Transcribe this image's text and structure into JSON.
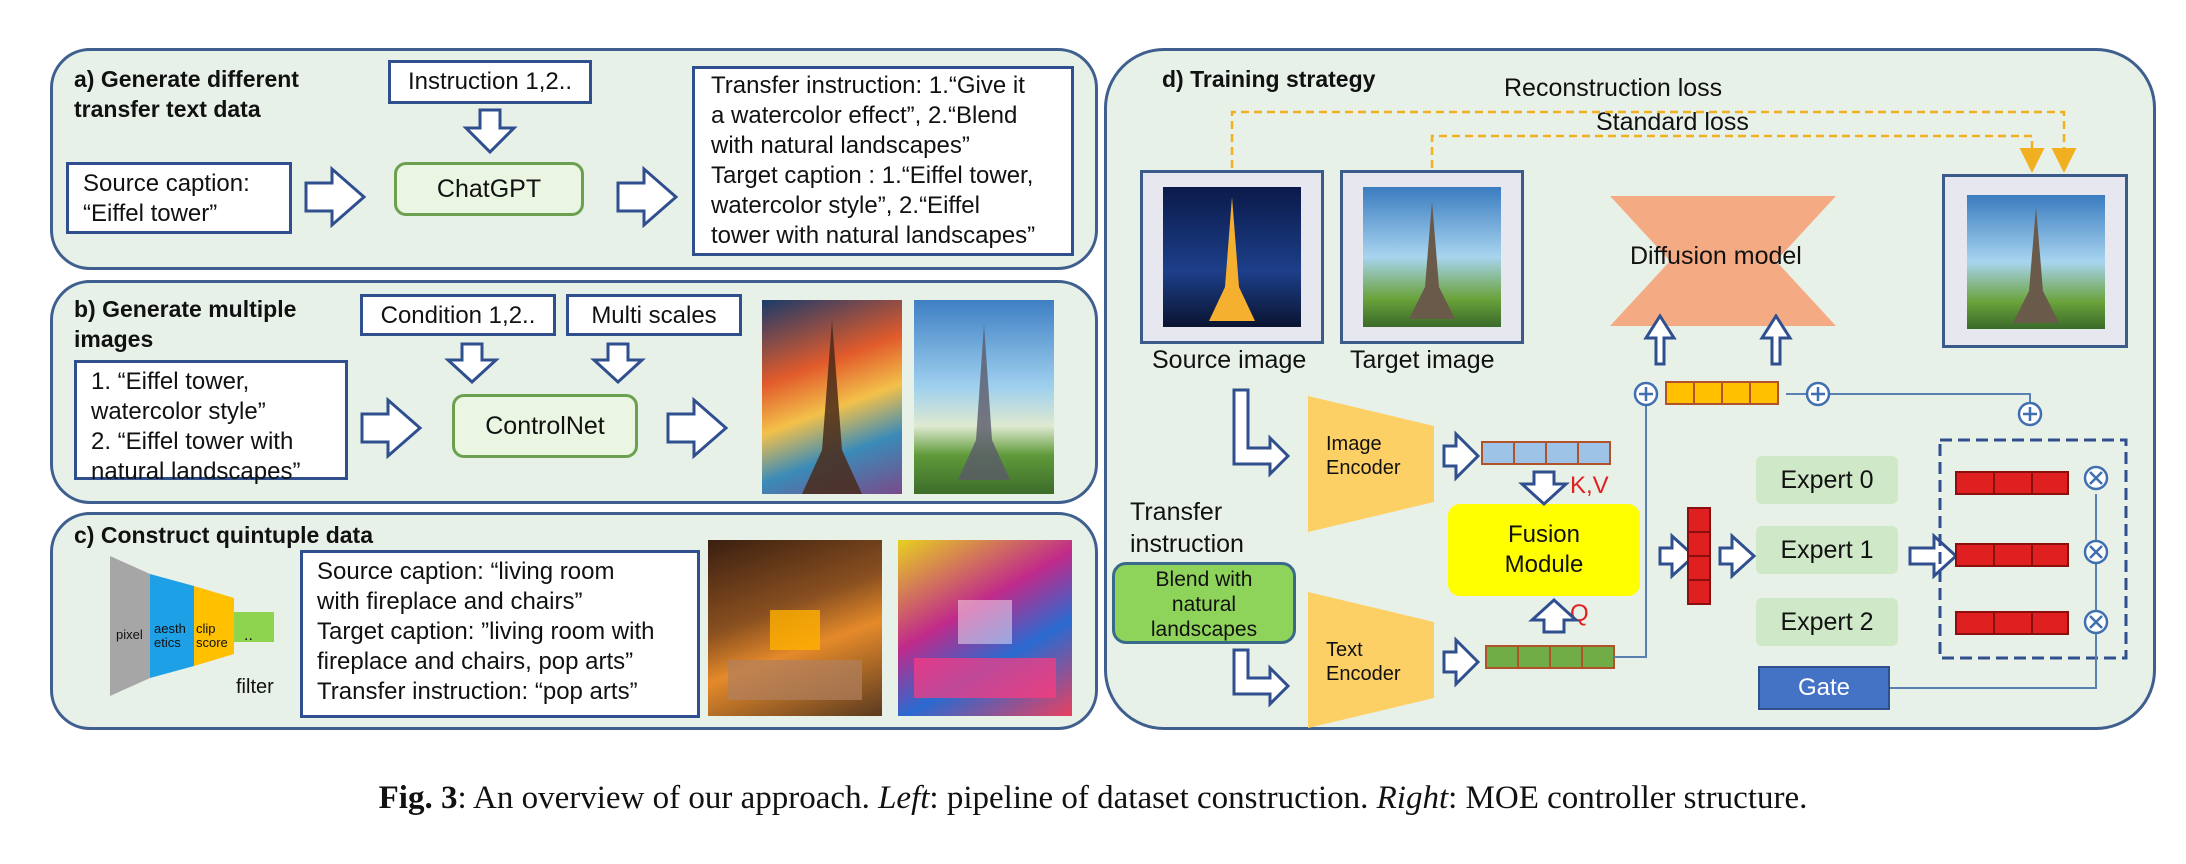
{
  "panel_a": {
    "title": "a) Generate different\ntransfer text data",
    "instruction": "Instruction 1,2..",
    "source_caption": "Source caption:\n“Eiffel tower”",
    "chatgpt": "ChatGPT",
    "output": "Transfer instruction: 1.“Give it\na watercolor effect”,  2.“Blend\nwith natural landscapes”\nTarget caption : 1.“Eiffel tower,\nwatercolor style”, 2.“Eiffel\ntower with natural landscapes”"
  },
  "panel_b": {
    "title": "b) Generate multiple\nimages",
    "condition": "Condition 1,2..",
    "multi_scales": "Multi scales",
    "prompts": "1. “Eiffel tower,\nwatercolor style”\n2. “Eiffel tower with\nnatural landscapes”",
    "controlnet": "ControlNet"
  },
  "panel_c": {
    "title": "c) Construct quintuple data",
    "funnel": [
      "pixel",
      "aesth\netics",
      "clip\nscore",
      ".."
    ],
    "filter": "filter",
    "text": "Source caption: “living room\nwith fireplace and chairs”\nTarget caption: ”living room with\nfireplace and chairs, pop arts”\nTransfer instruction: “pop arts”"
  },
  "panel_d": {
    "title": "d) Training strategy",
    "reconstruction_loss": "Reconstruction loss",
    "standard_loss": "Standard loss",
    "source_image": "Source image",
    "target_image": "Target image",
    "diffusion_model": "Diffusion model",
    "image_encoder": "Image\nEncoder",
    "text_encoder": "Text\nEncoder",
    "transfer_instruction": "Transfer\ninstruction",
    "instruction_text": "Blend with\nnatural\nlandscapes",
    "kv": "K,V",
    "q": "Q",
    "fusion": "Fusion\nModule",
    "experts": [
      "Expert 0",
      "Expert 1",
      "Expert 2"
    ],
    "gate": "Gate"
  },
  "caption": {
    "fig": "Fig. 3",
    "colon1": ": An overview of our approach. ",
    "left": "Left",
    "left_text": ": pipeline of dataset construction. ",
    "right": "Right",
    "right_text": ": MOE controller structure."
  },
  "colors": {
    "panel_bg": "#e8f1e8",
    "panel_border": "#3f5f8f",
    "encoder": "#fdd065",
    "diffusion": "#f4ab84",
    "fusion": "#ffff00",
    "expert": "#cfe8c7",
    "gate": "#4472c4",
    "loss_line": "#f0b020"
  }
}
